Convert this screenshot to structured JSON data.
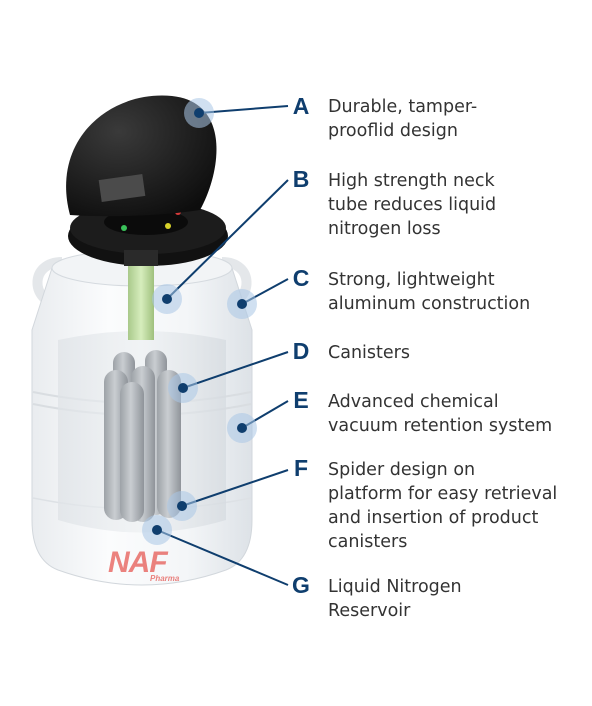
{
  "colors": {
    "label_letter": "#0f3e6e",
    "leader_line": "#0f3e6e",
    "marker_fill": "#a9c6e6",
    "text": "#333333",
    "logo": "#e02018"
  },
  "callouts": [
    {
      "letter": "A",
      "text": "Durable, tamper-\nprooflid design"
    },
    {
      "letter": "B",
      "text": "High strength neck\ntube reduces liquid\nnitrogen loss"
    },
    {
      "letter": "C",
      "text": "Strong, lightweight\naluminum construction"
    },
    {
      "letter": "D",
      "text": "Canisters"
    },
    {
      "letter": "E",
      "text": "Advanced chemical\nvacuum retention system"
    },
    {
      "letter": "F",
      "text": "Spider design on\nplatform for easy retrieval\nand insertion of product\ncanisters"
    },
    {
      "letter": "G",
      "text": "Liquid Nitrogen\nReservoir"
    }
  ],
  "logo": {
    "main": "NAF",
    "sub": "Pharma"
  },
  "icons": {
    "marker": "circle-marker-icon"
  }
}
